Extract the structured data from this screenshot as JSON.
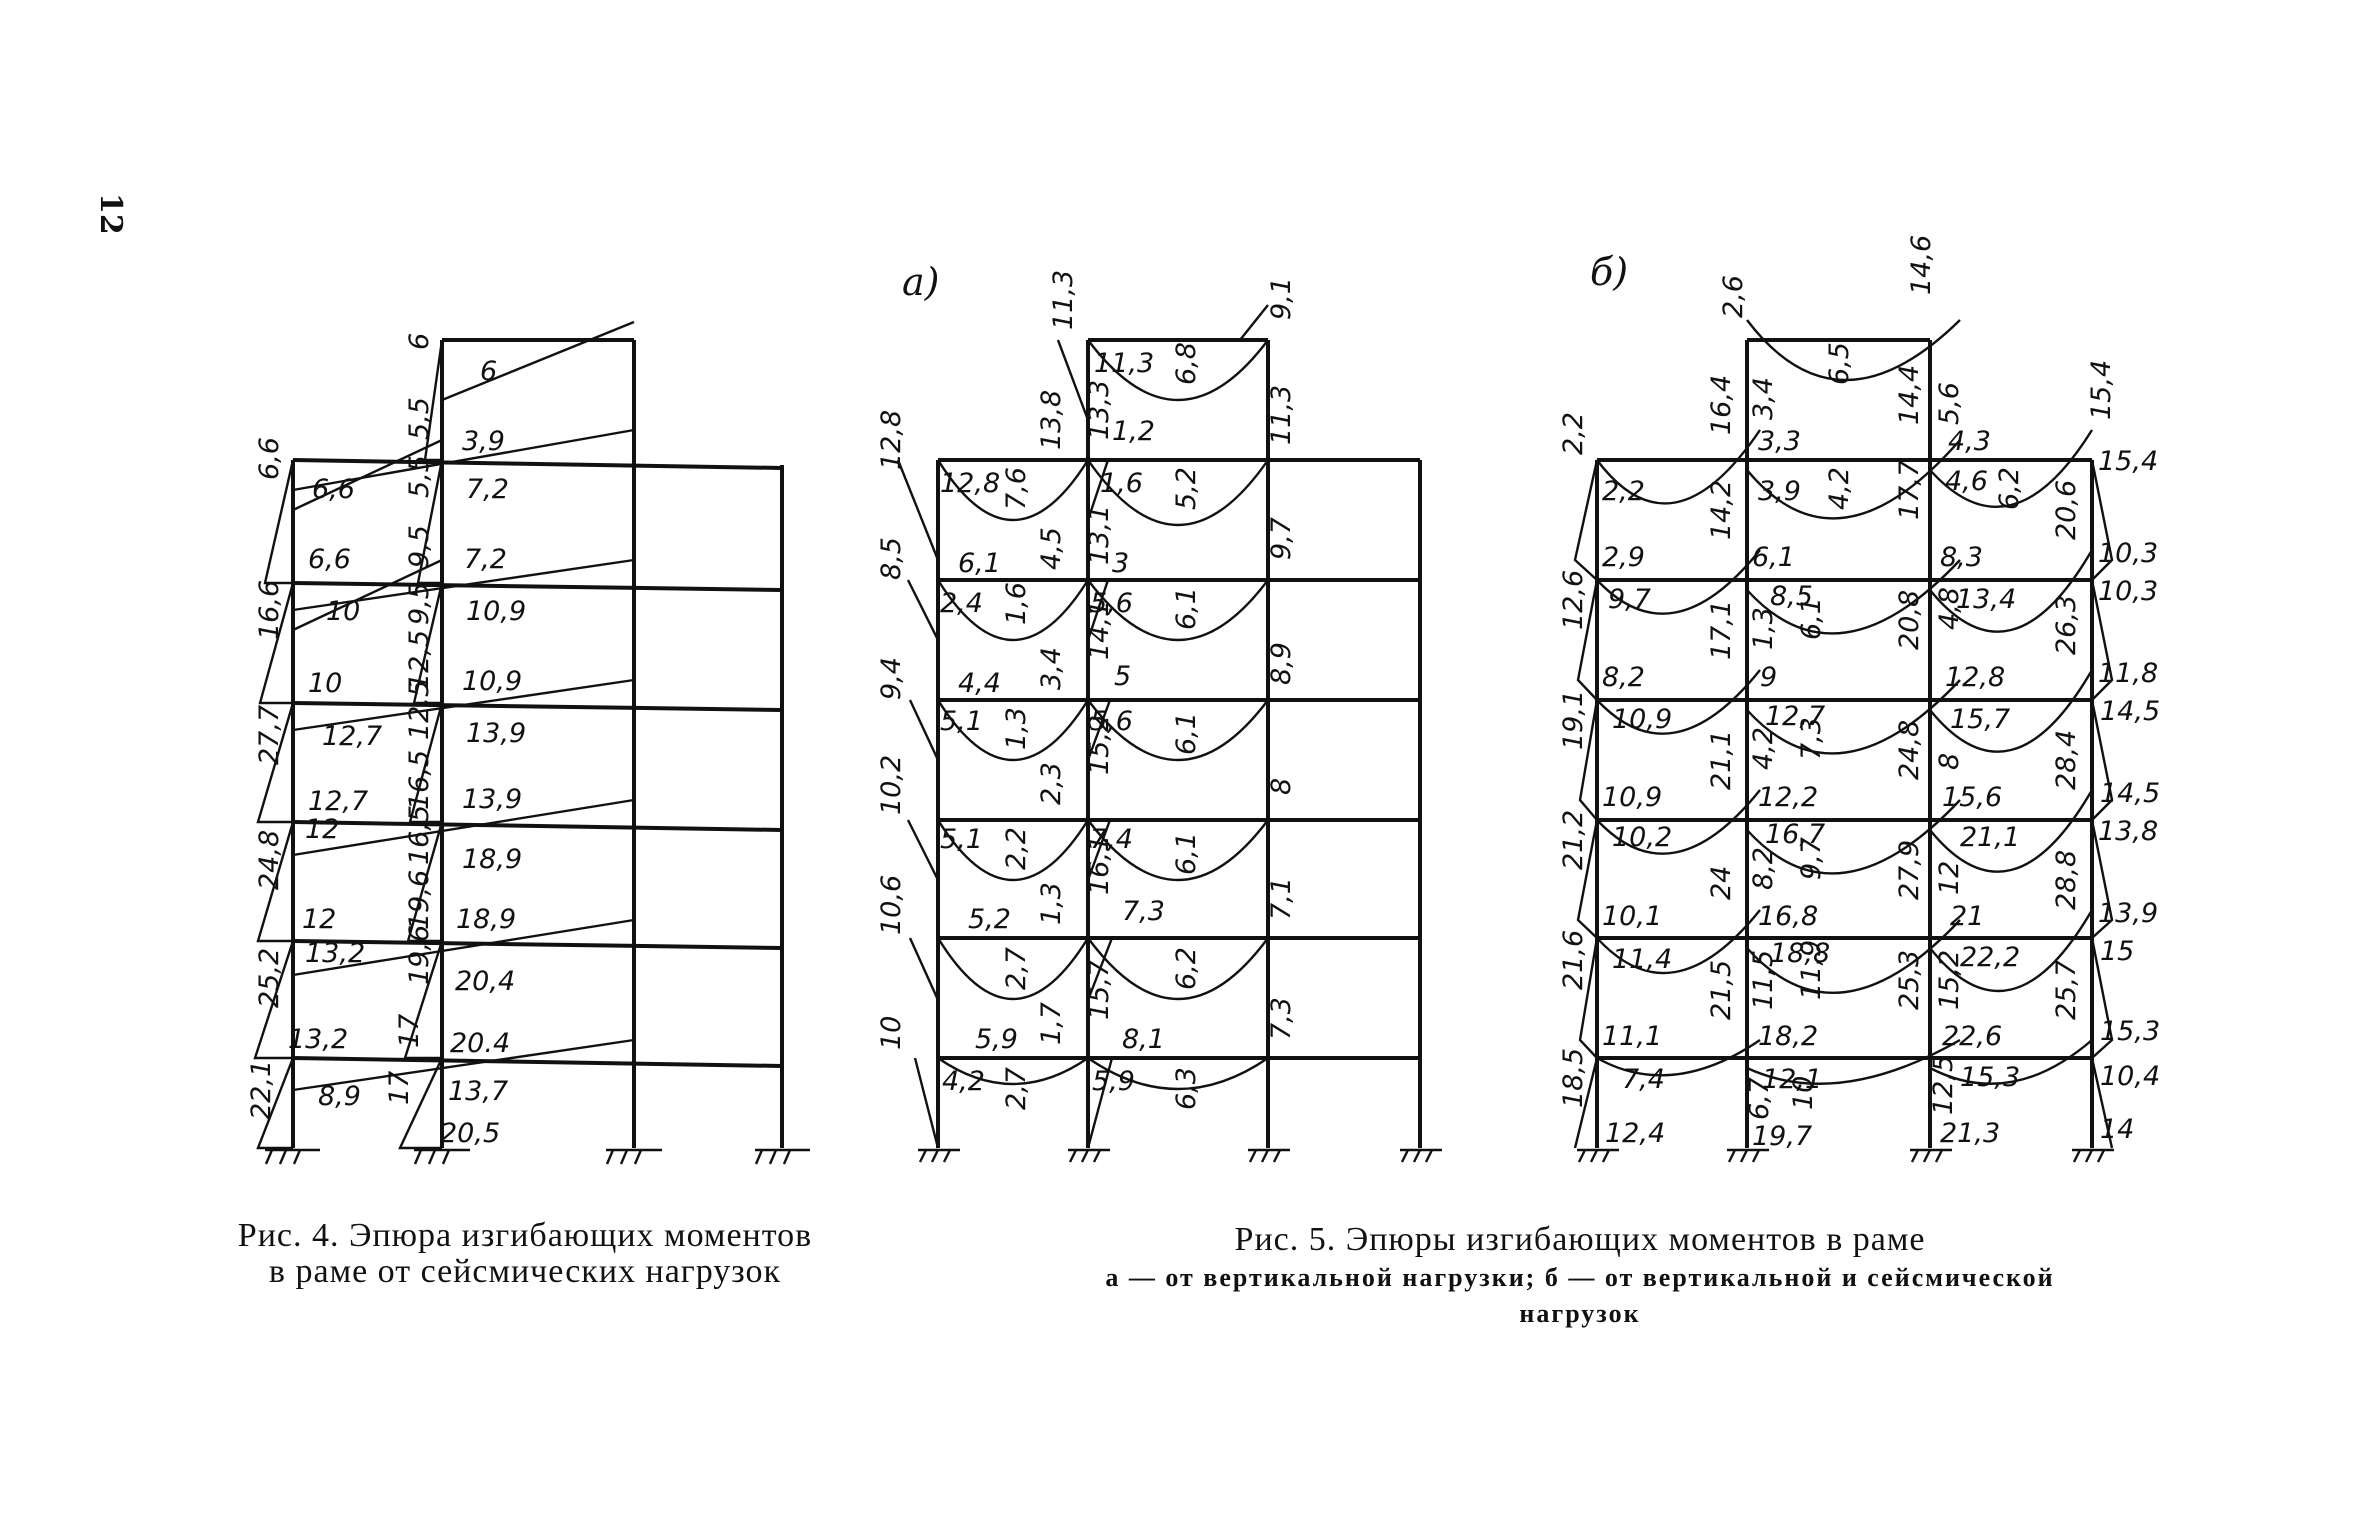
{
  "page_number": "12",
  "fig4": {
    "caption_line1": "Рис. 4. Эпюра изгибающих моментов",
    "caption_line2": "в раме от сейсмических нагрузок",
    "labels": [
      "6",
      "6",
      "5,5",
      "3,9",
      "6,6",
      "6,6",
      "5,5",
      "7,2",
      "6,6",
      "9,5",
      "7,2",
      "16,6",
      "10",
      "9,5",
      "10,9",
      "10",
      "12,5",
      "10,9",
      "27,7",
      "12,7",
      "12,5",
      "13,9",
      "12,7",
      "16,5",
      "13,9",
      "24,8",
      "12",
      "16,5",
      "18,9",
      "12",
      "19,6",
      "18,9",
      "25,2",
      "13,2",
      "19,6",
      "20,4",
      "13,2",
      "17",
      "20.4",
      "22,1",
      "8,9",
      "17",
      "13,7",
      "20,5"
    ]
  },
  "fig5": {
    "caption_title": "Рис. 5. Эпюры изгибающих моментов в раме",
    "caption_sub": "а — от вертикальной нагрузки; б — от вертикальной и сейсмической нагрузок",
    "panel_a": "а)",
    "panel_b": "б)",
    "a_labels": [
      "11,3",
      "9,1",
      "11,3",
      "6,8",
      "12,8",
      "13,8",
      "13,3",
      "1,2",
      "11,3",
      "12,8",
      "7,6",
      "1,6",
      "5,2",
      "8,5",
      "6,1",
      "4,5",
      "13,1",
      "3",
      "9,7",
      "2,4",
      "1,6",
      "5,6",
      "14,1",
      "6,1",
      "9,4",
      "4,4",
      "3,4",
      "5",
      "8,9",
      "5,1",
      "1,3",
      "5,6",
      "15,2",
      "6,1",
      "10,2",
      "2,3",
      "8",
      "5,1",
      "2,2",
      "7,4",
      "16,1",
      "6,1",
      "10,6",
      "5,2",
      "1,3",
      "7,3",
      "7,1",
      "2,7",
      "15,7",
      "6,2",
      "10",
      "5,9",
      "1,7",
      "8,1",
      "7,3",
      "4,2",
      "2,7",
      "5,9",
      "6,3"
    ],
    "b_labels": [
      "2,6",
      "14,6",
      "6,5",
      "16,4",
      "3,4",
      "3,3",
      "14,4",
      "5,6",
      "4,3",
      "15,4",
      "2,2",
      "15,4",
      "2,2",
      "3,9",
      "4,2",
      "17,7",
      "4,6",
      "6,2",
      "14,2",
      "20,6",
      "2,9",
      "6,1",
      "8,3",
      "10,3",
      "12,6",
      "9,7",
      "8,5",
      "6,1",
      "13,4",
      "10,3",
      "17,1",
      "1,3",
      "20,8",
      "4,8",
      "26,3",
      "8,2",
      "9",
      "12,8",
      "11,8",
      "19,1",
      "10,9",
      "12,7",
      "15,7",
      "14,5",
      "21,1",
      "7,3",
      "24,8",
      "28,4",
      "4,2",
      "8",
      "10,9",
      "12,2",
      "15,6",
      "14,5",
      "21,2",
      "10,2",
      "16,7",
      "21,1",
      "13,8",
      "24",
      "9,7",
      "27,9",
      "12",
      "28,8",
      "8,2",
      "10,1",
      "16,8",
      "21",
      "13,9",
      "21,6",
      "11,4",
      "18,8",
      "22,2",
      "15",
      "21,5",
      "11,5",
      "11,9",
      "25,3",
      "15,2",
      "25,7",
      "11,1",
      "18,2",
      "22,6",
      "15,3",
      "18,5",
      "7,4",
      "12,1",
      "15,3",
      "10,4",
      "6,7",
      "10",
      "12,5",
      "12,4",
      "19,7",
      "21,3",
      "14"
    ]
  }
}
